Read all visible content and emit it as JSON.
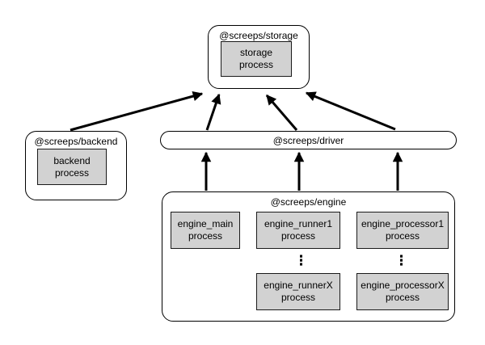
{
  "colors": {
    "background": "#ffffff",
    "process_fill": "#d2d2d2",
    "line": "#000000"
  },
  "nodes": {
    "storage": {
      "title": "@screeps/storage",
      "process": {
        "line1": "storage",
        "line2": "process"
      }
    },
    "backend": {
      "title": "@screeps/backend",
      "process": {
        "line1": "backend",
        "line2": "process"
      }
    },
    "driver": {
      "title": "@screeps/driver"
    },
    "engine": {
      "title": "@screeps/engine",
      "ellipsis": "⋮",
      "processes": {
        "main": {
          "line1": "engine_main",
          "line2": "process"
        },
        "runner1": {
          "line1": "engine_runner1",
          "line2": "process"
        },
        "processor1": {
          "line1": "engine_processor1",
          "line2": "process"
        },
        "runnerX": {
          "line1": "engine_runnerX",
          "line2": "process"
        },
        "processorX": {
          "line1": "engine_processorX",
          "line2": "process"
        }
      }
    }
  }
}
